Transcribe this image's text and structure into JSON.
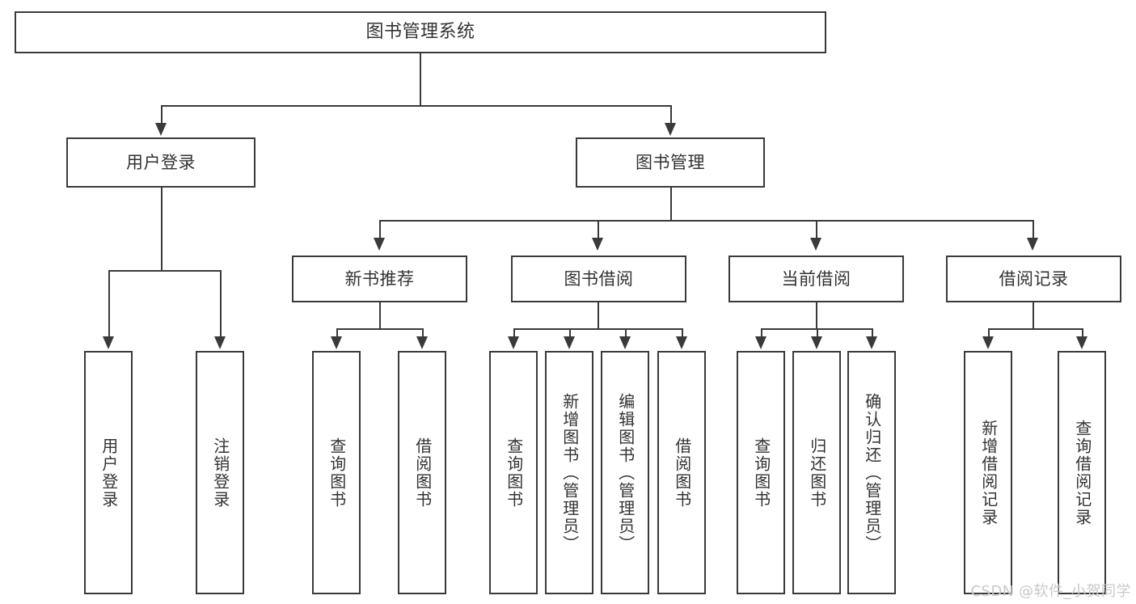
{
  "diagram": {
    "type": "tree-hierarchy-chart",
    "title": "图书管理系统",
    "levels": 4,
    "watermark": "CSDN @软件_小贺同学",
    "colors": {
      "stroke": "#3a3a3a",
      "text": "#333333",
      "background": "#ffffff",
      "watermark": "#c9c9c9"
    }
  },
  "root": {
    "label": "图书管理系统"
  },
  "level2": [
    {
      "label": "用户登录"
    },
    {
      "label": "图书管理"
    }
  ],
  "level3": [
    {
      "label": "新书推荐"
    },
    {
      "label": "图书借阅"
    },
    {
      "label": "当前借阅"
    },
    {
      "label": "借阅记录"
    }
  ],
  "leaves": {
    "user_login": [
      {
        "label": "用户登录"
      },
      {
        "label": "注销登录"
      }
    ],
    "new_book": [
      {
        "label": "查询图书"
      },
      {
        "label": "借阅图书"
      }
    ],
    "book_borrow": [
      {
        "label": "查询图书"
      },
      {
        "label": "新增图书（管理员）"
      },
      {
        "label": "编辑图书（管理员）"
      },
      {
        "label": "借阅图书"
      }
    ],
    "current_borrow": [
      {
        "label": "查询图书"
      },
      {
        "label": "归还图书"
      },
      {
        "label": "确认归还（管理员）"
      }
    ],
    "borrow_record": [
      {
        "label": "新增借阅记录"
      },
      {
        "label": "查询借阅记录"
      }
    ]
  }
}
